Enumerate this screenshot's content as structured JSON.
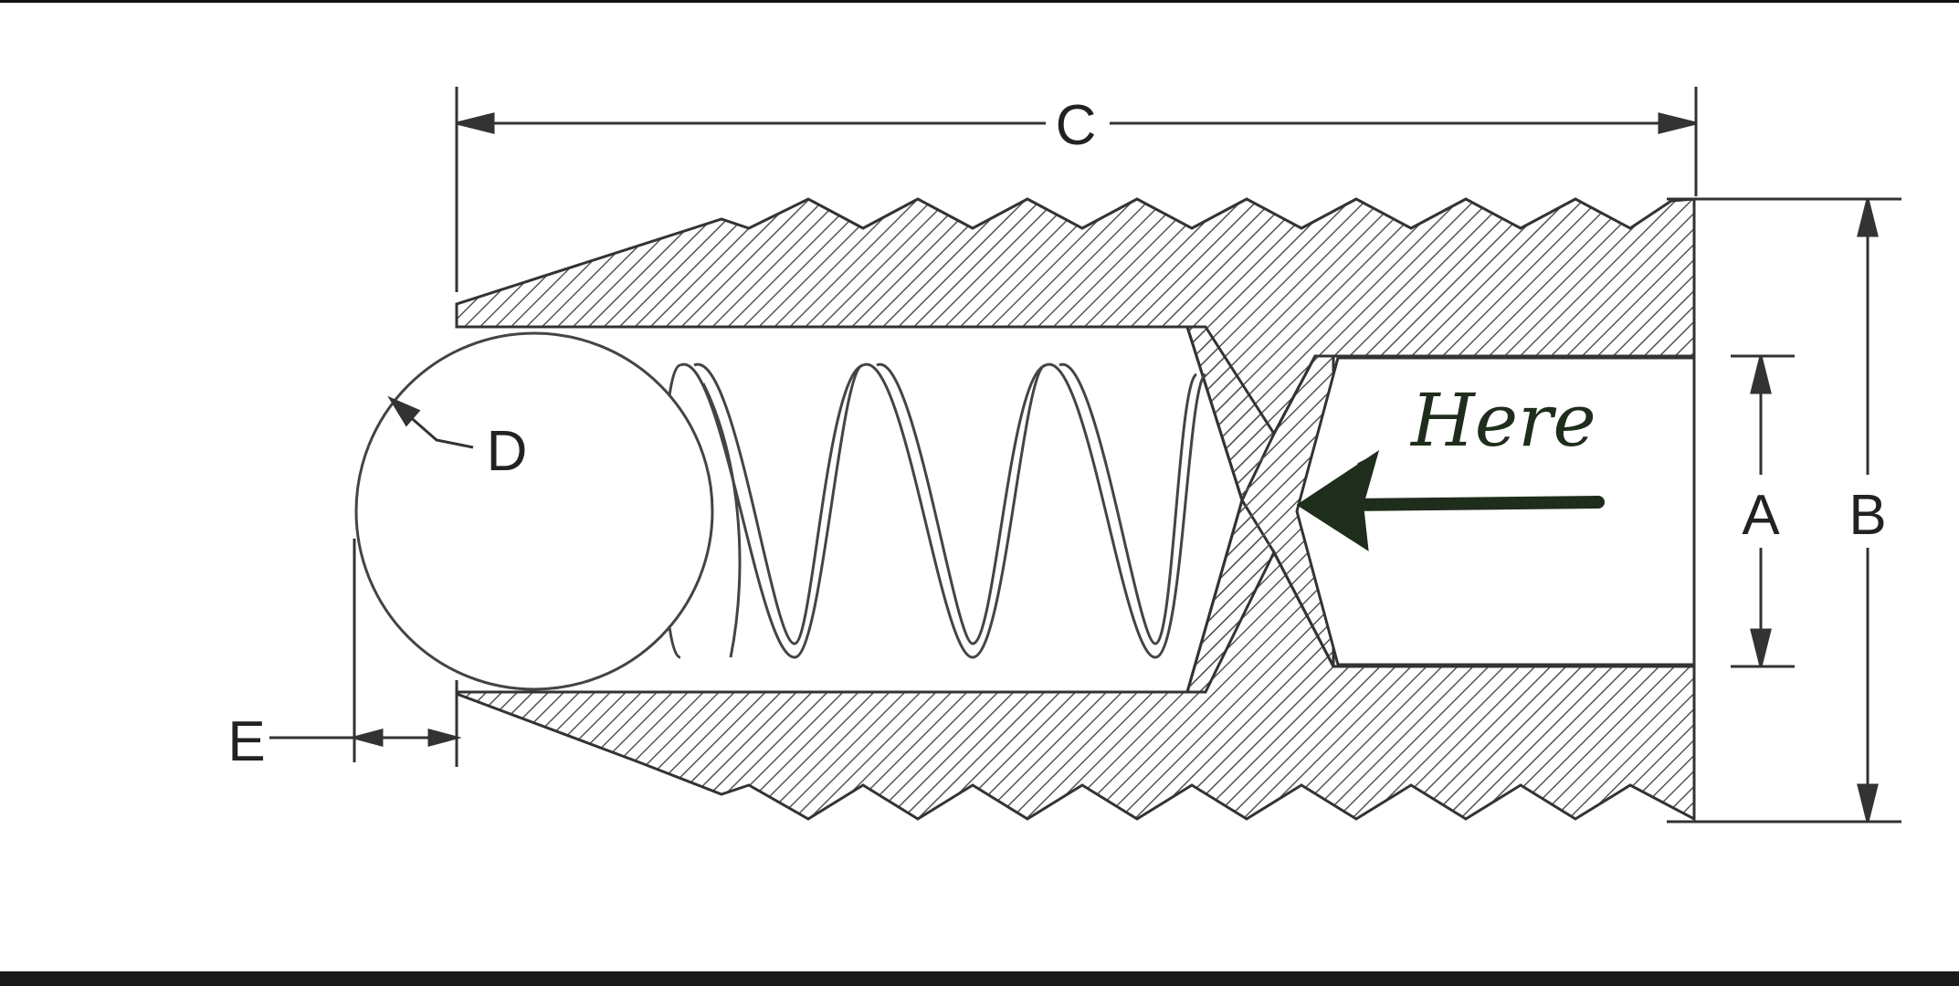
{
  "diagram": {
    "labels": {
      "C": "C",
      "B": "B",
      "A": "A",
      "D": "D",
      "E": "E"
    },
    "annotation": {
      "text": "Here",
      "color": "#1f2e1c"
    },
    "colors": {
      "line": "#333333",
      "hatch": "#555555",
      "background": "#ffffff"
    }
  }
}
